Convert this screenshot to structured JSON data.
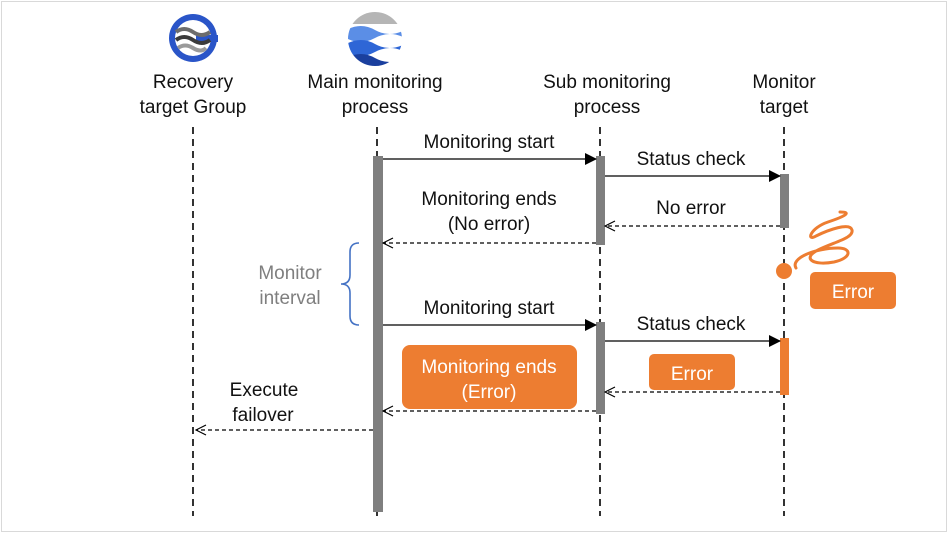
{
  "colors": {
    "accent_orange": "#ED7D31",
    "activation_gray": "#7F7F7F",
    "brace_blue": "#4472C4",
    "interval_gray": "#7F7F7F",
    "line_black": "#000000"
  },
  "icons": {
    "group_icon": "group-logo-icon",
    "process_icon": "monitor-process-logo-icon"
  },
  "participants": {
    "recovery_target": [
      "Recovery",
      "target Group"
    ],
    "main_process": [
      "Main monitoring",
      "process"
    ],
    "sub_process": [
      "Sub monitoring",
      "process"
    ],
    "monitor_target": [
      "Monitor",
      "target"
    ]
  },
  "messages": {
    "monitoring_start_1": "Monitoring start",
    "status_check_1": "Status check",
    "no_error": "No error",
    "monitoring_ends_ok": [
      "Monitoring ends",
      "(No error)"
    ],
    "monitor_interval": [
      "Monitor",
      "interval"
    ],
    "monitoring_start_2": "Monitoring start",
    "status_check_2": "Status check",
    "error_target": "Error",
    "error_return": "Error",
    "monitoring_ends_error": [
      "Monitoring ends",
      "(Error)"
    ],
    "execute_failover": [
      "Execute",
      "failover"
    ]
  }
}
